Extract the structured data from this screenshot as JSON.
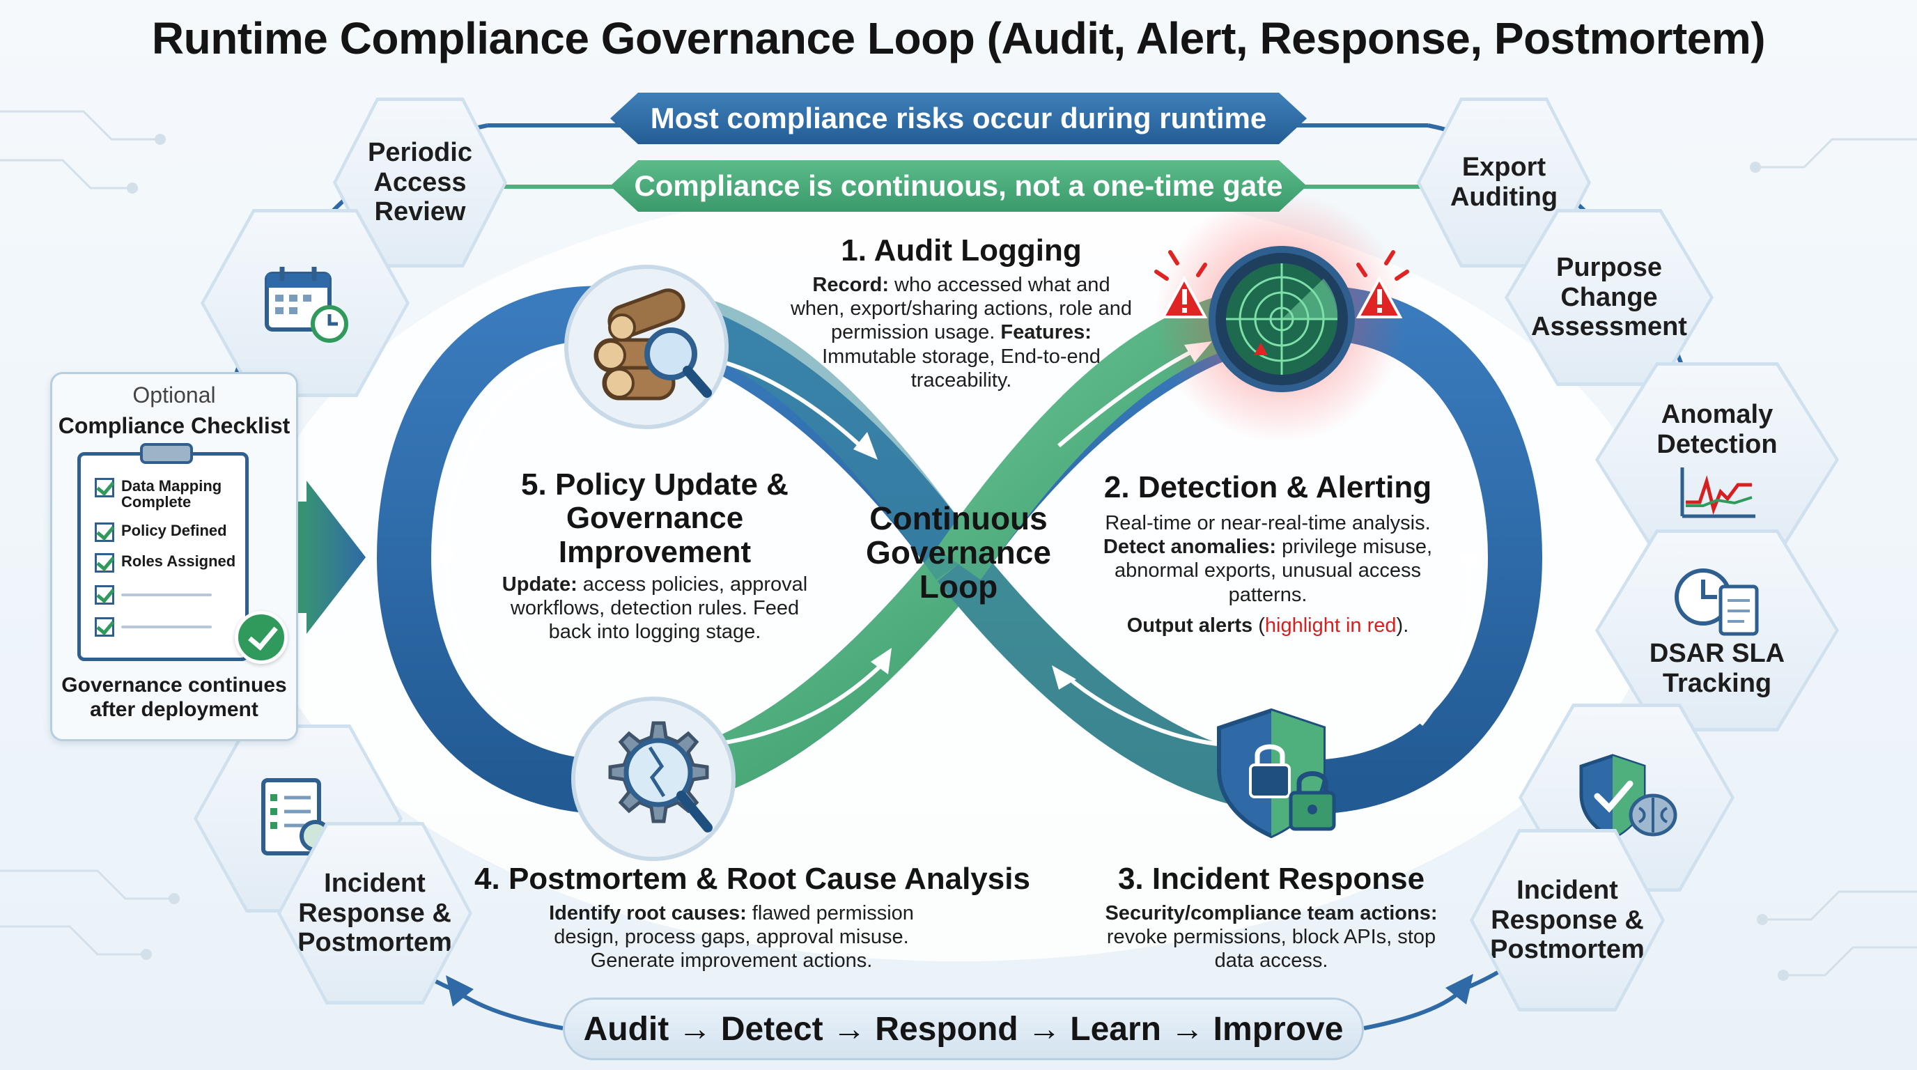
{
  "title": "Runtime Compliance Governance Loop (Audit, Alert, Response, Postmortem)",
  "banners": {
    "top": "Most compliance risks occur during runtime",
    "second": "Compliance is continuous, not a one-time gate"
  },
  "center_label": "Continuous\nGovernance\nLoop",
  "stages": {
    "audit": {
      "title": "1. Audit Logging",
      "record_label": "Record:",
      "record_text": " who accessed what and when, export/sharing actions, role and permission usage.",
      "features_label": "Features:",
      "features_text": " Immutable storage, End-to-end traceability.",
      "icon": "logs-magnifier-icon"
    },
    "detection": {
      "title": "2. Detection & Alerting",
      "line1": "Real-time or near-real-time analysis.",
      "anomalies_label": "Detect anomalies:",
      "anomalies_text": " privilege misuse, abnormal exports, unusual access patterns.",
      "output_label": "Output alerts",
      "output_open": " (",
      "output_highlight": "highlight in red",
      "output_close": ").",
      "icon": "radar-alert-icon"
    },
    "incident": {
      "title": "3. Incident Response",
      "actions_label": "Security/compliance team actions:",
      "actions_text": " revoke permissions, block APIs, stop data access.",
      "icon": "shield-lock-icon"
    },
    "postmortem": {
      "title": "4. Postmortem & Root Cause Analysis",
      "causes_label": "Identify root causes:",
      "causes_text": " flawed permission design, process gaps, approval misuse. Generate improvement actions.",
      "icon": "broken-gear-magnifier-icon"
    },
    "policy": {
      "title": "5. Policy Update & Governance Improvement",
      "update_label": "Update:",
      "update_text": " access policies, approval workflows, detection rules. Feed back into logging stage."
    }
  },
  "hexes": {
    "periodic": "Periodic\nAccess\nReview",
    "export": "Export\nAuditing",
    "purpose": "Purpose\nChange\nAssessment",
    "anomaly": "Anomaly\nDetection",
    "dsar": "DSAR SLA\nTracking",
    "incident_left": "Incident\nResponse &\nPostmortem",
    "incident_right": "Incident\nResponse &\nPostmortem"
  },
  "checklist": {
    "optional": "Optional",
    "title": "Compliance Checklist",
    "items": [
      "Data Mapping Complete",
      "Policy Defined",
      "Roles Assigned"
    ],
    "footer": "Governance continues after deployment"
  },
  "bottom_flow": "Audit → Detect → Respond → Learn → Improve",
  "colors": {
    "blue": "#2f6aa6",
    "green": "#4fb07e",
    "alert_red": "#e02424"
  }
}
